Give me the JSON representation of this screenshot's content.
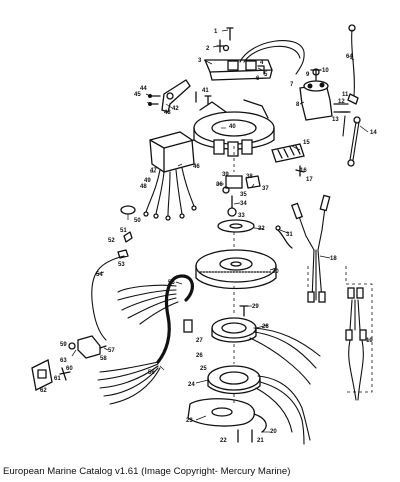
{
  "caption": "European Marine Catalog v1.61 (Image Copyright- Mercury Marine)",
  "callouts": [
    {
      "n": "1"
    },
    {
      "n": "2"
    },
    {
      "n": "3"
    },
    {
      "n": "4"
    },
    {
      "n": "5"
    },
    {
      "n": "6"
    },
    {
      "n": "7"
    },
    {
      "n": "8"
    },
    {
      "n": "9"
    },
    {
      "n": "10"
    },
    {
      "n": "11"
    },
    {
      "n": "12"
    },
    {
      "n": "13"
    },
    {
      "n": "14"
    },
    {
      "n": "15"
    },
    {
      "n": "16"
    },
    {
      "n": "17"
    },
    {
      "n": "18"
    },
    {
      "n": "19"
    },
    {
      "n": "20"
    },
    {
      "n": "21"
    },
    {
      "n": "22"
    },
    {
      "n": "23"
    },
    {
      "n": "24"
    },
    {
      "n": "25"
    },
    {
      "n": "26"
    },
    {
      "n": "27"
    },
    {
      "n": "28"
    },
    {
      "n": "29"
    },
    {
      "n": "30"
    },
    {
      "n": "31"
    },
    {
      "n": "32"
    },
    {
      "n": "33"
    },
    {
      "n": "34"
    },
    {
      "n": "35"
    },
    {
      "n": "36"
    },
    {
      "n": "37"
    },
    {
      "n": "38"
    },
    {
      "n": "39"
    },
    {
      "n": "40"
    },
    {
      "n": "41"
    },
    {
      "n": "42"
    },
    {
      "n": "43"
    },
    {
      "n": "44"
    },
    {
      "n": "45"
    },
    {
      "n": "46"
    },
    {
      "n": "47"
    },
    {
      "n": "48"
    },
    {
      "n": "49"
    },
    {
      "n": "50"
    },
    {
      "n": "51"
    },
    {
      "n": "52"
    },
    {
      "n": "53"
    },
    {
      "n": "54"
    },
    {
      "n": "55"
    },
    {
      "n": "56"
    },
    {
      "n": "57"
    },
    {
      "n": "58"
    },
    {
      "n": "59"
    },
    {
      "n": "60"
    },
    {
      "n": "61"
    },
    {
      "n": "62"
    },
    {
      "n": "63"
    },
    {
      "n": "64"
    }
  ]
}
